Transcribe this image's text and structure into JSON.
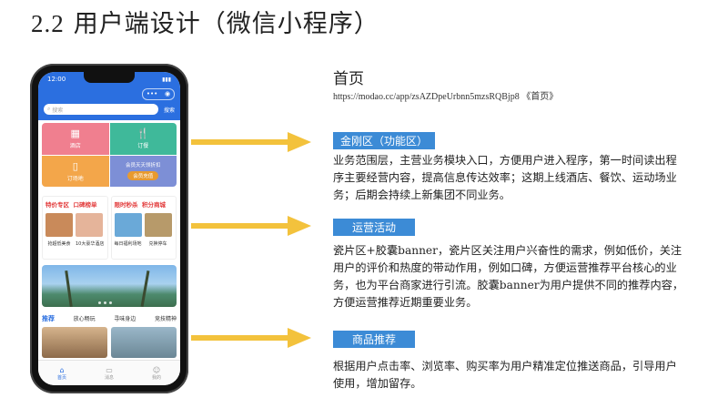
{
  "heading": {
    "number": "2.2",
    "text": "用户端设计（微信小程序）"
  },
  "phone": {
    "time": "12:00",
    "signal": "▮▮▮",
    "search_placeholder": "搜索",
    "search_button": "搜索",
    "grid": [
      {
        "label": "酒店",
        "icon": "hotel-icon",
        "glyph": "▦"
      },
      {
        "label": "订餐",
        "icon": "dining-icon",
        "glyph": "🍴"
      },
      {
        "label": "订场地",
        "icon": "venue-icon",
        "glyph": "▯"
      }
    ],
    "vip": {
      "title": "会员天天领折扣",
      "button": "会员充值"
    },
    "promo_left": {
      "title_a": "特价专区",
      "title_b": "口碑榜单",
      "captions": [
        "抢超低美食",
        "10大豪华酒店"
      ]
    },
    "promo_right": {
      "title_a": "限时秒杀",
      "title_b": "积分商城",
      "captions": [
        "每日福利场地",
        "兑换停车"
      ]
    },
    "rec_tabs": [
      "推荐",
      "放心畅玩",
      "寻味身边",
      "竞技精神"
    ],
    "tabs": [
      {
        "label": "首页",
        "glyph": "⌂",
        "icon": "home-icon"
      },
      {
        "label": "消息",
        "glyph": "▭",
        "icon": "message-icon"
      },
      {
        "label": "我的",
        "glyph": "☺",
        "icon": "profile-icon"
      }
    ]
  },
  "right": {
    "title": "首页",
    "link": "https://modao.cc/app/zsAZDpeUrbnn5mzsRQBjp8 《首页》",
    "sections": [
      {
        "label": "金刚区（功能区）",
        "desc": [
          "业务范围层，主营业务模块入口，方便用户进入程序，第一时间读出程",
          "序主要经营内容，提高信息传达效率；这期上线酒店、餐饮、运动场业",
          "务；后期会持续上新集团不同业务。"
        ]
      },
      {
        "label": "运营活动",
        "desc": [
          "瓷片区+胶囊banner，瓷片区关注用户兴奋性的需求，例如低价，关注",
          "用户的评价和热度的带动作用，例如口碑，方便运营推荐平台核心的业",
          "务，也为平台商家进行引流。胶囊banner为用户提供不同的推荐内容，",
          "方便运营推荐近期重要业务。"
        ]
      },
      {
        "label": "商品推荐",
        "desc": [
          "根据用户点击率、浏览率、购买率为用户精准定位推送商品，引导用户",
          "使用，增加留存。"
        ]
      }
    ]
  },
  "colors": {
    "primary": "#2b6fe0",
    "label_bg": "#3c8bd6",
    "arrow": "#f3c23c"
  }
}
